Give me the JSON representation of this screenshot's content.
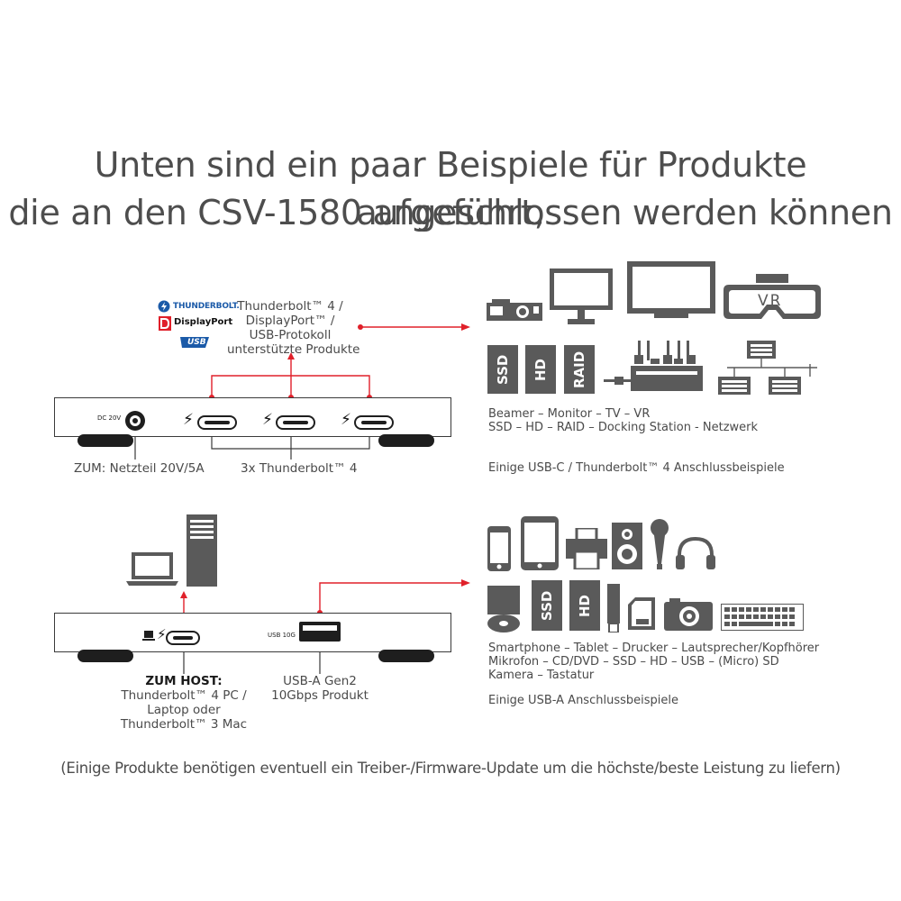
{
  "title": {
    "line1": "Unten sind ein paar Beispiele für Produkte aufgeführt,",
    "line2": "die an den CSV-1580 angeschlossen werden können"
  },
  "top_device": {
    "logos": {
      "thunderbolt": "THUNDERBOLT.",
      "displayport": "DisplayPort",
      "usb": "USB"
    },
    "protocol_label": [
      "Thunderbolt™ 4 /",
      "DisplayPort™ /",
      "USB-Protokoll",
      "unterstützte Produkte"
    ],
    "dc_label": "DC 20V",
    "power_caption": "ZUM: Netzteil 20V/5A",
    "ports_caption": "3x Thunderbolt™ 4"
  },
  "top_examples": {
    "tiles": {
      "ssd": "SSD",
      "hd": "HD",
      "raid": "RAID",
      "vr": "VR"
    },
    "lines": [
      "Beamer – Monitor – TV – VR",
      "SSD – HD – RAID – Docking Station - Netzwerk"
    ],
    "caption": "Einige USB-C / Thunderbolt™ 4 Anschlussbeispiele"
  },
  "bottom_device": {
    "usb_label": "USB 10G",
    "host_title": "ZUM HOST:",
    "host_lines": [
      "Thunderbolt™ 4 PC /",
      "Laptop oder",
      "Thunderbolt™ 3 Mac"
    ],
    "usba_lines": [
      "USB-A Gen2",
      "10Gbps Produkt"
    ]
  },
  "bottom_examples": {
    "tiles": {
      "ssd": "SSD",
      "hd": "HD"
    },
    "lines": [
      "Smartphone – Tablet – Drucker – Lautsprecher/Kopfhörer",
      "Mikrofon – CD/DVD – SSD – HD – USB – (Micro) SD",
      "Kamera – Tastatur"
    ],
    "caption": "Einige USB-A Anschlussbeispiele"
  },
  "footnote": "(Einige Produkte benötigen eventuell ein Treiber-/Firmware-Update um die höchste/beste Leistung zu liefern)",
  "colors": {
    "accent": "#e0202a",
    "tile": "#5a5a5a",
    "text": "#4a4a4a"
  },
  "icons": [
    "thunderbolt-logo-icon",
    "displayport-logo-icon",
    "usb-logo-icon",
    "projector-icon",
    "monitor-icon",
    "tv-icon",
    "vr-headset-icon",
    "ssd-icon",
    "hd-icon",
    "raid-icon",
    "docking-station-icon",
    "network-icon",
    "laptop-icon",
    "tower-pc-icon",
    "smartphone-icon",
    "tablet-icon",
    "printer-icon",
    "speaker-icon",
    "microphone-icon",
    "headphones-icon",
    "cd-dvd-icon",
    "usb-stick-icon",
    "sd-card-icon",
    "camera-icon",
    "keyboard-icon"
  ]
}
